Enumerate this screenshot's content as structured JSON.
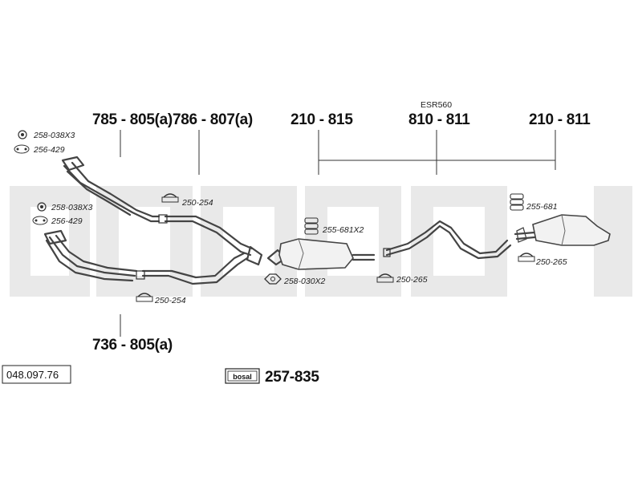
{
  "diagram": {
    "top_codes": {
      "front_pipe_1": "785 - 805(a)",
      "front_pipe_2": "786 - 807(a)",
      "mid_1": "210 - 815",
      "mid_2": "810 - 811",
      "mid_3": "210 - 811",
      "bracket_label": "ESR560"
    },
    "bottom_code": "736 - 805(a)",
    "parts": {
      "p1_a": "258-038X3",
      "p1_b": "256-429",
      "p2_a": "258-038X3",
      "p2_b": "256-429",
      "clamp_1": "250-254",
      "clamp_2": "250-254",
      "nut": "258-030X2",
      "hanger_1": "255-681X2",
      "clamp_3": "250-265",
      "hanger_2": "255-681",
      "clamp_4": "250-265"
    },
    "reference_number": "048.097.76",
    "brand_box": {
      "brand": "bosal",
      "code": "257-835"
    }
  }
}
